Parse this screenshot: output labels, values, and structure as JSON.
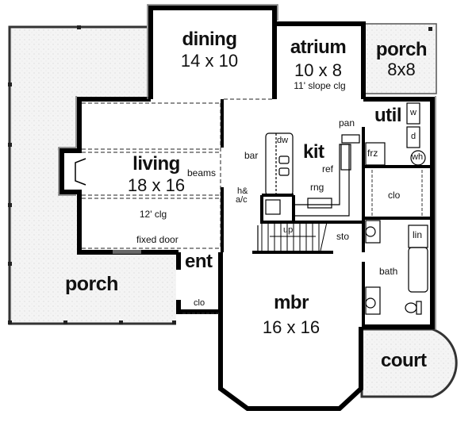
{
  "plan": {
    "type": "floor plan",
    "rooms": [
      {
        "id": "dining",
        "name": "dining",
        "size": "14 x 10"
      },
      {
        "id": "atrium",
        "name": "atrium",
        "size": "10 x 8",
        "note": "11' slope clg"
      },
      {
        "id": "porch_rear",
        "name": "porch",
        "size": "8x8"
      },
      {
        "id": "living",
        "name": "living",
        "size": "18 x 16",
        "note": "12' clg"
      },
      {
        "id": "kit",
        "name": "kit"
      },
      {
        "id": "util",
        "name": "util"
      },
      {
        "id": "porch_front",
        "name": "porch"
      },
      {
        "id": "ent",
        "name": "ent"
      },
      {
        "id": "mbr",
        "name": "mbr",
        "size": "16 x 16"
      },
      {
        "id": "court",
        "name": "court"
      }
    ],
    "annotations": {
      "beams": "beams",
      "fixed_door": "fixed door",
      "bar": "bar",
      "dw": "dw",
      "pan": "pan",
      "ref": "ref",
      "rng": "rng",
      "hac_line1": "h&",
      "hac_line2": "a/c",
      "frz": "frz",
      "w": "w",
      "d": "d",
      "wh": "wh",
      "clo_util": "clo",
      "clo_ent": "clo",
      "lin": "lin",
      "bath": "bath",
      "sto": "sto",
      "up": "up"
    }
  },
  "colors": {
    "wall": "#000000",
    "porch_fill": "#f3f3f3",
    "background": "#ffffff"
  }
}
